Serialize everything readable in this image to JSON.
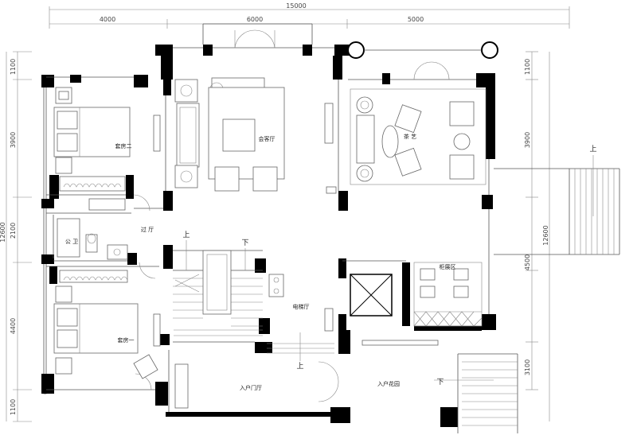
{
  "dimensions": {
    "top_total": "15000",
    "top_left": "4000",
    "top_mid": "6000",
    "top_right": "5000",
    "left_1": "1100",
    "left_2": "3900",
    "left_3": "2100",
    "left_4": "4400",
    "left_5": "1100",
    "left_total": "12600",
    "right_1": "1100",
    "right_2": "3900",
    "right_3": "4500",
    "right_4": "3100",
    "right_total": "12600"
  },
  "rooms": {
    "guest_room_2": "套房二",
    "living_room": "会客厅",
    "tea_room": "茶 艺",
    "corridor": "过 厅",
    "public_bath": "公 卫",
    "guest_room_1": "套房一",
    "elevator_hall": "电梯厅",
    "cabinet_area": "柜展区",
    "entrance_hall": "入户门厅",
    "entrance_garden": "入户花园"
  },
  "arrows": {
    "up_right_stair": "上",
    "up_stair": "上",
    "down_stair": "下",
    "up_entrance": "上",
    "down_garden": "下"
  }
}
